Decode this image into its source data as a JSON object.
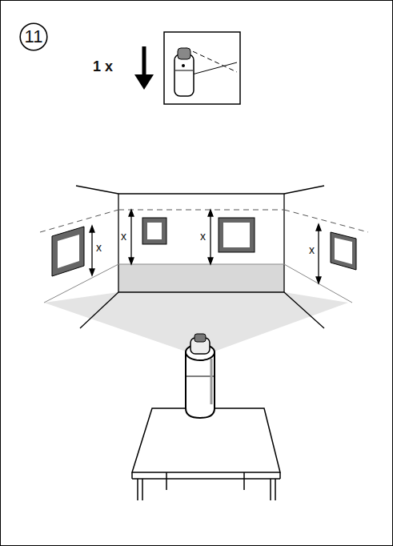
{
  "diagram": {
    "nodes": [
      {
        "text": [
          "11"
        ]
      }
    ],
    "labels": [
      "1 x",
      "x",
      "x",
      "x",
      "x"
    ]
  }
}
